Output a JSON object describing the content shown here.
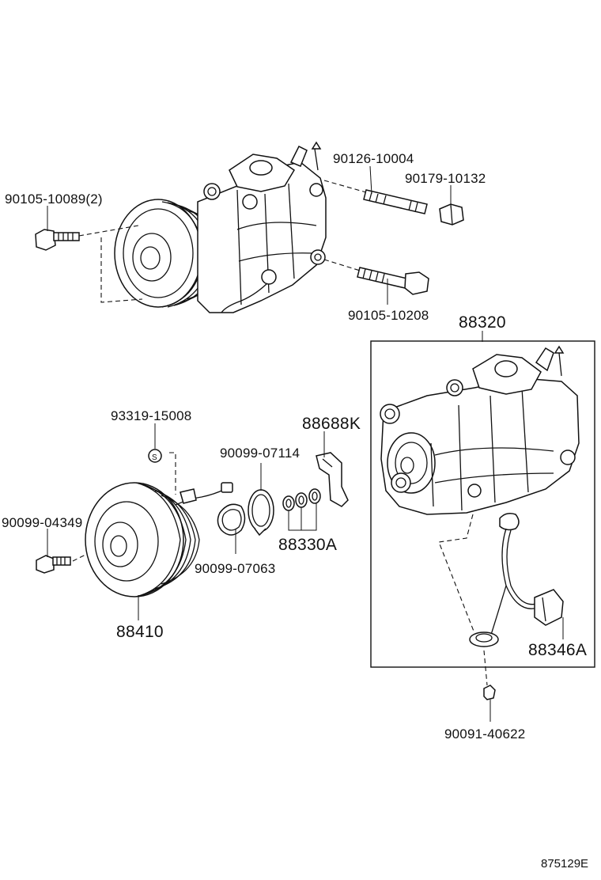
{
  "part_labels": {
    "bolt_top_left": "90105-10089(2)",
    "stud_top": "90126-10004",
    "nut_top": "90179-10132",
    "bolt_mid": "90105-10208",
    "compressor_assy": "88320",
    "plug": "93319-15008",
    "bracket": "88688K",
    "snap_ring": "90099-07114",
    "bolt_clutch": "90099-04349",
    "o_rings": "88330A",
    "shim": "90099-07063",
    "clutch_assy": "88410",
    "switch_harness": "88346A",
    "screw_bottom": "90091-40622"
  },
  "figure_ref": "875129E"
}
